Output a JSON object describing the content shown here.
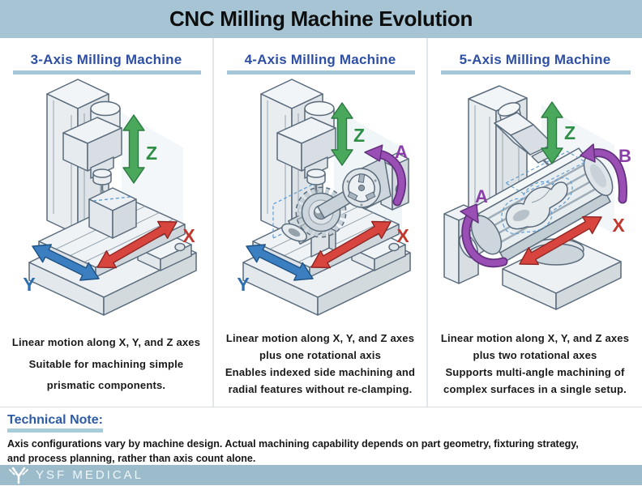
{
  "header": {
    "title": "CNC Milling Machine Evolution"
  },
  "panels": [
    {
      "title": "3-Axis Milling Machine",
      "axis_labels": {
        "z": "Z",
        "x": "X",
        "y": "Y"
      },
      "description": [
        "Linear motion along X, Y, and Z axes",
        "Suitable for machining simple",
        "prismatic components."
      ]
    },
    {
      "title": "4-Axis Milling Machine",
      "axis_labels": {
        "z": "Z",
        "x": "X",
        "y": "Y",
        "a": "A"
      },
      "description": [
        "Linear motion along X, Y, and Z axes",
        "plus one rotational axis",
        "Enables indexed side machining and",
        "radial features without re-clamping."
      ]
    },
    {
      "title": "5-Axis Milling Machine",
      "axis_labels": {
        "z": "Z",
        "x": "X",
        "a": "A",
        "b": "B"
      },
      "description": [
        "Linear motion along X, Y, and Z axes",
        "plus two rotational axes",
        "Supports multi-angle machining of",
        "complex surfaces in a single setup."
      ]
    }
  ],
  "technical_note": {
    "heading": "Technical Note:",
    "body_lines": [
      "Axis configurations vary by machine design. Actual machining capability depends on part geometry, fixturing strategy,",
      "and process planning, rather than axis count alone."
    ]
  },
  "footer": {
    "brand": "YSF MEDICAL"
  },
  "colors": {
    "header_bg": "#a6c4d3",
    "footer_bg": "#9cbccb",
    "panel_title_blue": "#2e4fa4",
    "underline_blue": "#a5c8d8",
    "axis_z_green": "#2f8f48",
    "axis_x_red": "#c0392f",
    "axis_y_blue": "#2e6fb2",
    "rotary_purple": "#8a3fa8",
    "machine_outline": "#5a6b7c",
    "dashed_guide_blue": "#5b9bd5"
  }
}
